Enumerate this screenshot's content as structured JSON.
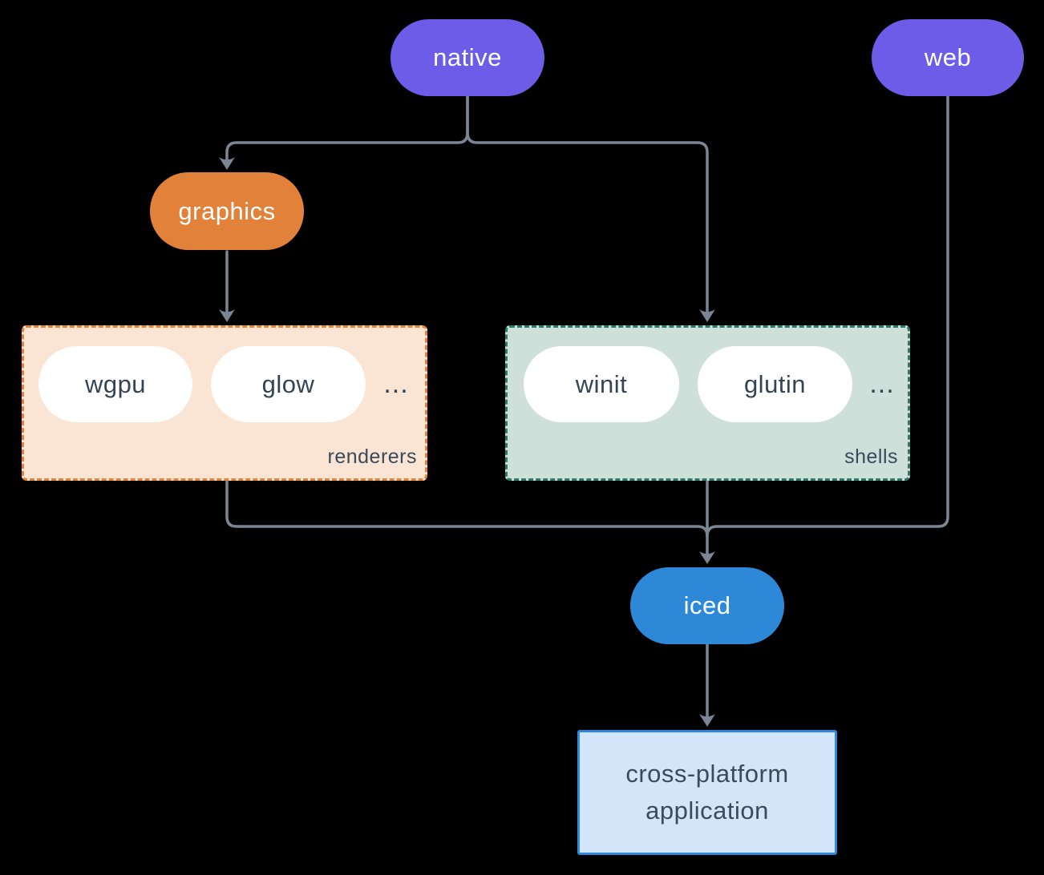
{
  "colors": {
    "background": "#000000",
    "connector": "#7b8594",
    "node_native_web": "#6C5CE7",
    "node_graphics": "#E28139",
    "node_iced": "#2D89D8",
    "white_pill_text": "#334455",
    "renderers_fill": "#FAE4D3",
    "renderers_border": "#E2823B",
    "shells_fill": "#CFE0DA",
    "shells_border": "#2B7A68",
    "app_fill": "#D3E5F8",
    "app_border": "#2F88D8",
    "app_text": "#3A4B5C"
  },
  "nodes": {
    "native": {
      "label": "native"
    },
    "web": {
      "label": "web"
    },
    "graphics": {
      "label": "graphics"
    },
    "iced": {
      "label": "iced"
    },
    "app": {
      "lines": [
        "cross-platform",
        "application"
      ]
    }
  },
  "groups": {
    "renderers": {
      "label": "renderers",
      "ellipsis": "...",
      "pills": [
        {
          "label": "wgpu"
        },
        {
          "label": "glow"
        }
      ]
    },
    "shells": {
      "label": "shells",
      "ellipsis": "...",
      "pills": [
        {
          "label": "winit"
        },
        {
          "label": "glutin"
        }
      ]
    }
  }
}
